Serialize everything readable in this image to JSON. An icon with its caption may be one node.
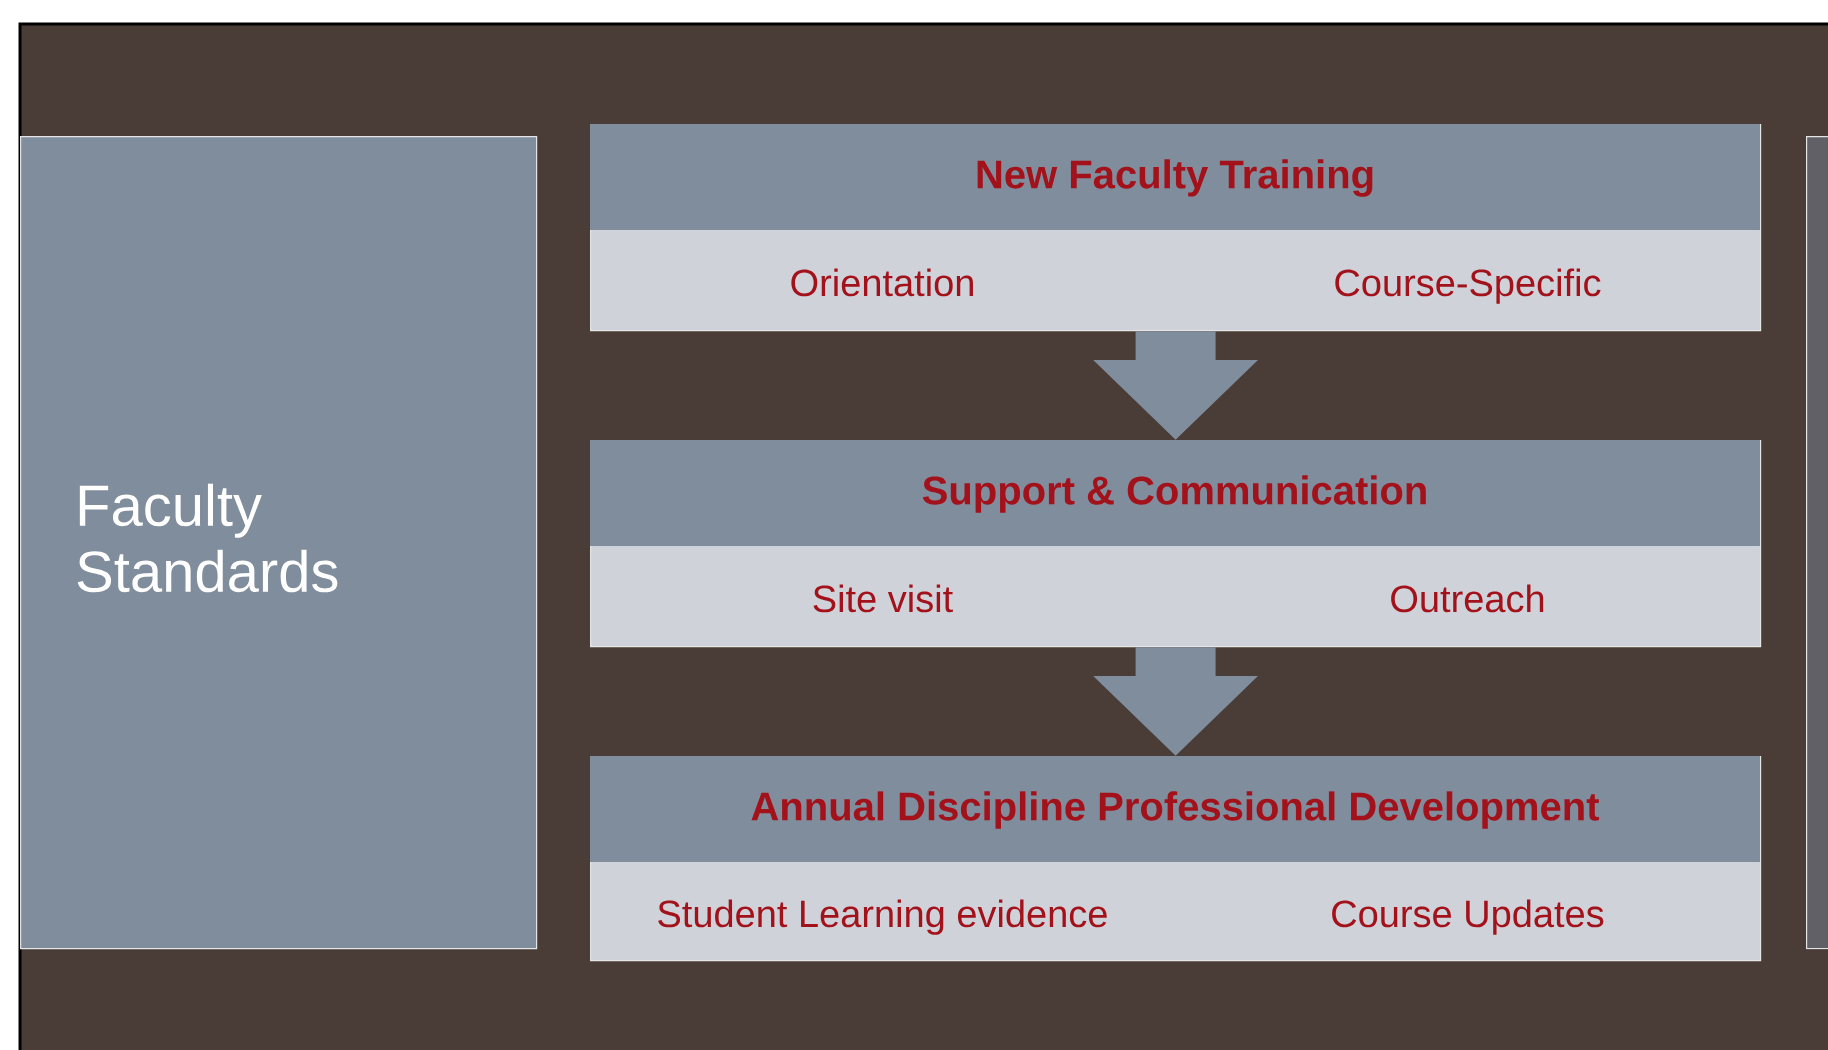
{
  "diagram": {
    "nodes": [
      {
        "text": [
          "Faculty Standards"
        ]
      },
      {
        "text": [
          "New Faculty Training"
        ]
      },
      {
        "text": [
          "Orientation"
        ],
        "in": 1
      },
      {
        "text": [
          "Course-Specific"
        ],
        "in": 1
      },
      {
        "text": [
          "Support & Communication"
        ]
      },
      {
        "text": [
          "Site visit"
        ],
        "in": 4
      },
      {
        "text": [
          "Outreach"
        ],
        "in": 4
      },
      {
        "text": [
          "Annual Discipline Professional Development"
        ]
      },
      {
        "text": [
          "Student Learning evidence"
        ],
        "in": 7
      },
      {
        "text": [
          "Course Updates"
        ],
        "in": 7
      },
      {
        "text": [],
        "shape": "box"
      }
    ],
    "edges": [
      {
        "from": 1,
        "to": 4,
        "arrow": "to"
      },
      {
        "from": 4,
        "to": 7,
        "arrow": "to"
      }
    ]
  }
}
